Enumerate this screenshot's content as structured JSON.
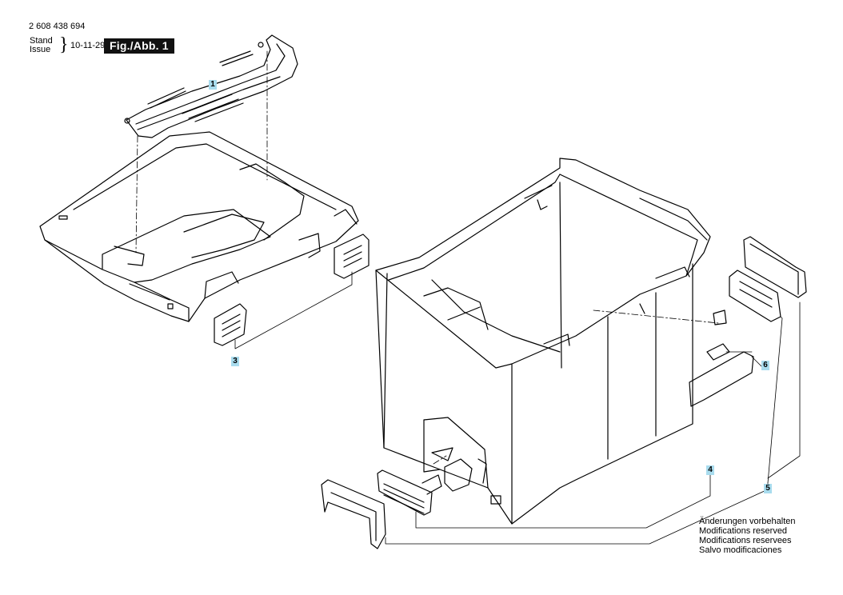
{
  "header": {
    "part_number": "2 608 438 694",
    "stand_label": "Stand",
    "issue_label": "Issue",
    "brace": "}",
    "date": "10-11-29",
    "figure_label": "Fig./Abb. 1"
  },
  "callouts": [
    "1",
    "3",
    "4",
    "5",
    "6"
  ],
  "notice": [
    "Änderungen vorbehalten",
    "Modifications reserved",
    "Modifications reservees",
    "Salvo modificaciones"
  ],
  "colors": {
    "callout_bg": "#a9dcee",
    "line": "#000000"
  }
}
